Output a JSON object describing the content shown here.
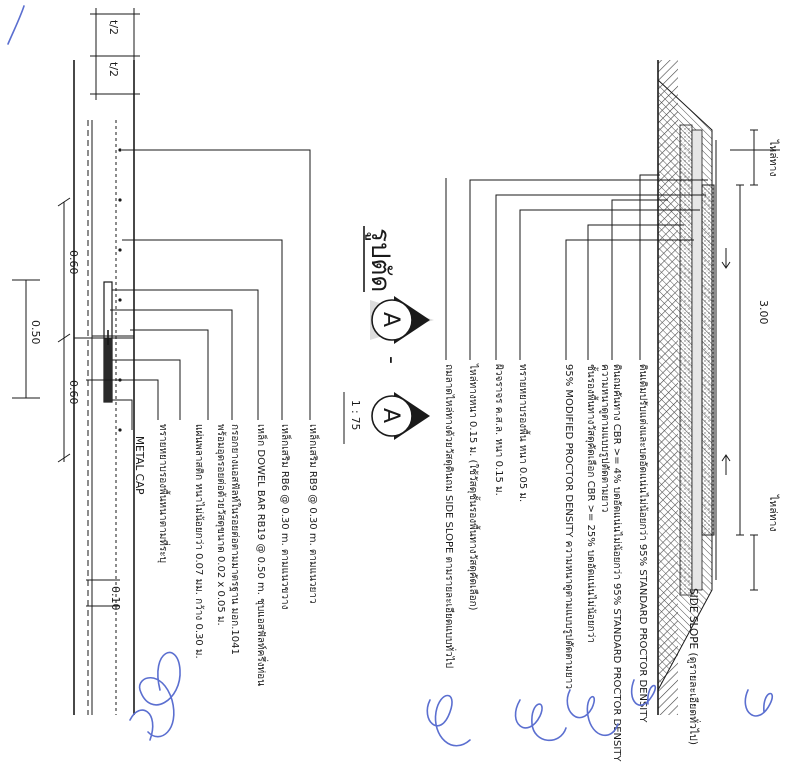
{
  "section_title": "รูปตัด",
  "section_marker": {
    "left": "A",
    "right": "A",
    "dash": "-"
  },
  "scale": "1 : 75",
  "shoulder_labels": [
    "ไหล่ทาง",
    "ไหล่ทาง"
  ],
  "width_dim": "3.00",
  "side_slope_label": "SIDE SLOPE (ดูรายละเอียดทั่วไป)",
  "layer_callouts": [
    "ดินเดิมปรับแต่งและบดอัดแน่นไม่น้อยกว่า 95% STANDARD PROCTOR DENSITY",
    "ดินถมคันทาง CBR >= 4% บดอัดแน่นไม่น้อยกว่า 95% STANDARD PROCTOR DENSITY",
    "ความหนาดูตามแบบรูปตัดตามยาว",
    "ชั้นรองพื้นทางวัสดุคัดเลือก CBR >= 25% บดอัดแน่นไม่น้อยกว่า",
    "95% MODIFIED PROCTOR DENSITY ความหนาดูตามแบบรูปตัดตามยาว",
    "ทรายหยาบรองพื้น หนา 0.05 ม.",
    "ผิวจราจร ค.ส.ล. หนา 0.15 ม.",
    "ไหล่ทางหนา 0.15 ม. (ใช้วัสดุชั้นรองพื้นทางวัสดุคัดเลือก)",
    "ถมลาดไหล่ทางด้วยวัสดุดินถม SIDE SLOPE ตามรายละเอียดแบบทั่วไป"
  ],
  "detail_callouts": [
    "เหล็กเสริม RB9 @ 0.30 m. ตามแนวยาว",
    "เหล็กเสริม RB6 @ 0.30 m. ตามแนวขวาง",
    "เหล็ก DOWEL BAR RB19 @ 0.50 m. ชุบแอสฟัลท์ครึ่งท่อน",
    "กรอกยางแอสฟัลท์ในรอยต่อตามมาตรฐาน มอก.1041",
    "พร้อมอุดรอยต่อด้วยวัสดุขนาด 0.02 x 0.05 ม.",
    "แผ่นพลาสติก หนาไม่น้อยกว่า 0.07 มม. กว้าง 0.30 ม.",
    "ทรายหยาบรองพื้นหนาตามที่ระบุ"
  ],
  "metal_cap_label": "METAL CAP",
  "detail_dims": [
    "0.60",
    "0.50",
    "0.60",
    "0.10",
    "t/2",
    "t/2"
  ]
}
